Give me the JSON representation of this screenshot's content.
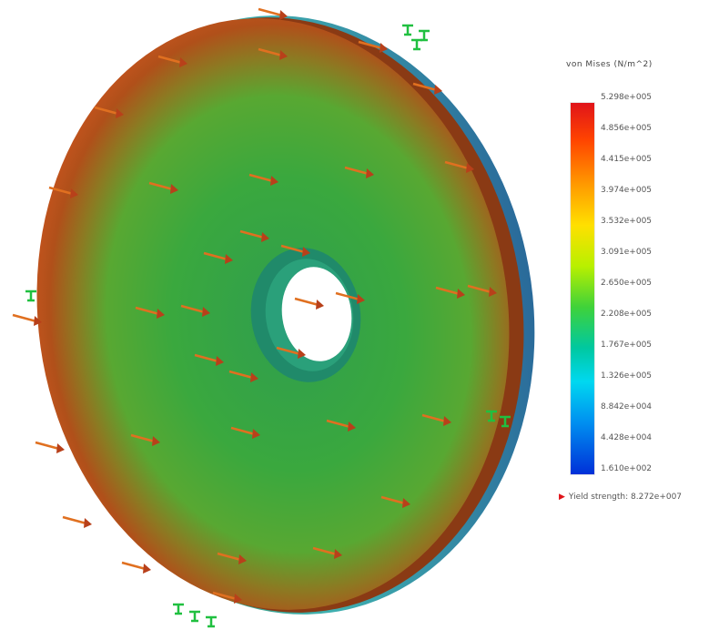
{
  "legend": {
    "title": "von Mises (N/m^2)",
    "tick_labels": [
      "5.298e+005",
      "4.856e+005",
      "4.415e+005",
      "3.974e+005",
      "3.532e+005",
      "3.091e+005",
      "2.650e+005",
      "2.208e+005",
      "1.767e+005",
      "1.326e+005",
      "8.842e+004",
      "4.428e+004",
      "1.610e+002"
    ],
    "colormap": [
      "#e0141a",
      "#ff9a00",
      "#ffe000",
      "#3fd23a",
      "#00d8f0",
      "#0030d8"
    ],
    "yield_label": "Yield strength: 8.272e+007",
    "yield_marker_color": "#e0141a"
  },
  "model": {
    "face_color_center": "#3cae4a",
    "face_color_edge": "#b0501a",
    "rim_color": "#2a9a6a",
    "load_arrow_color": "#e07020",
    "fixture_color": "#20c040"
  }
}
